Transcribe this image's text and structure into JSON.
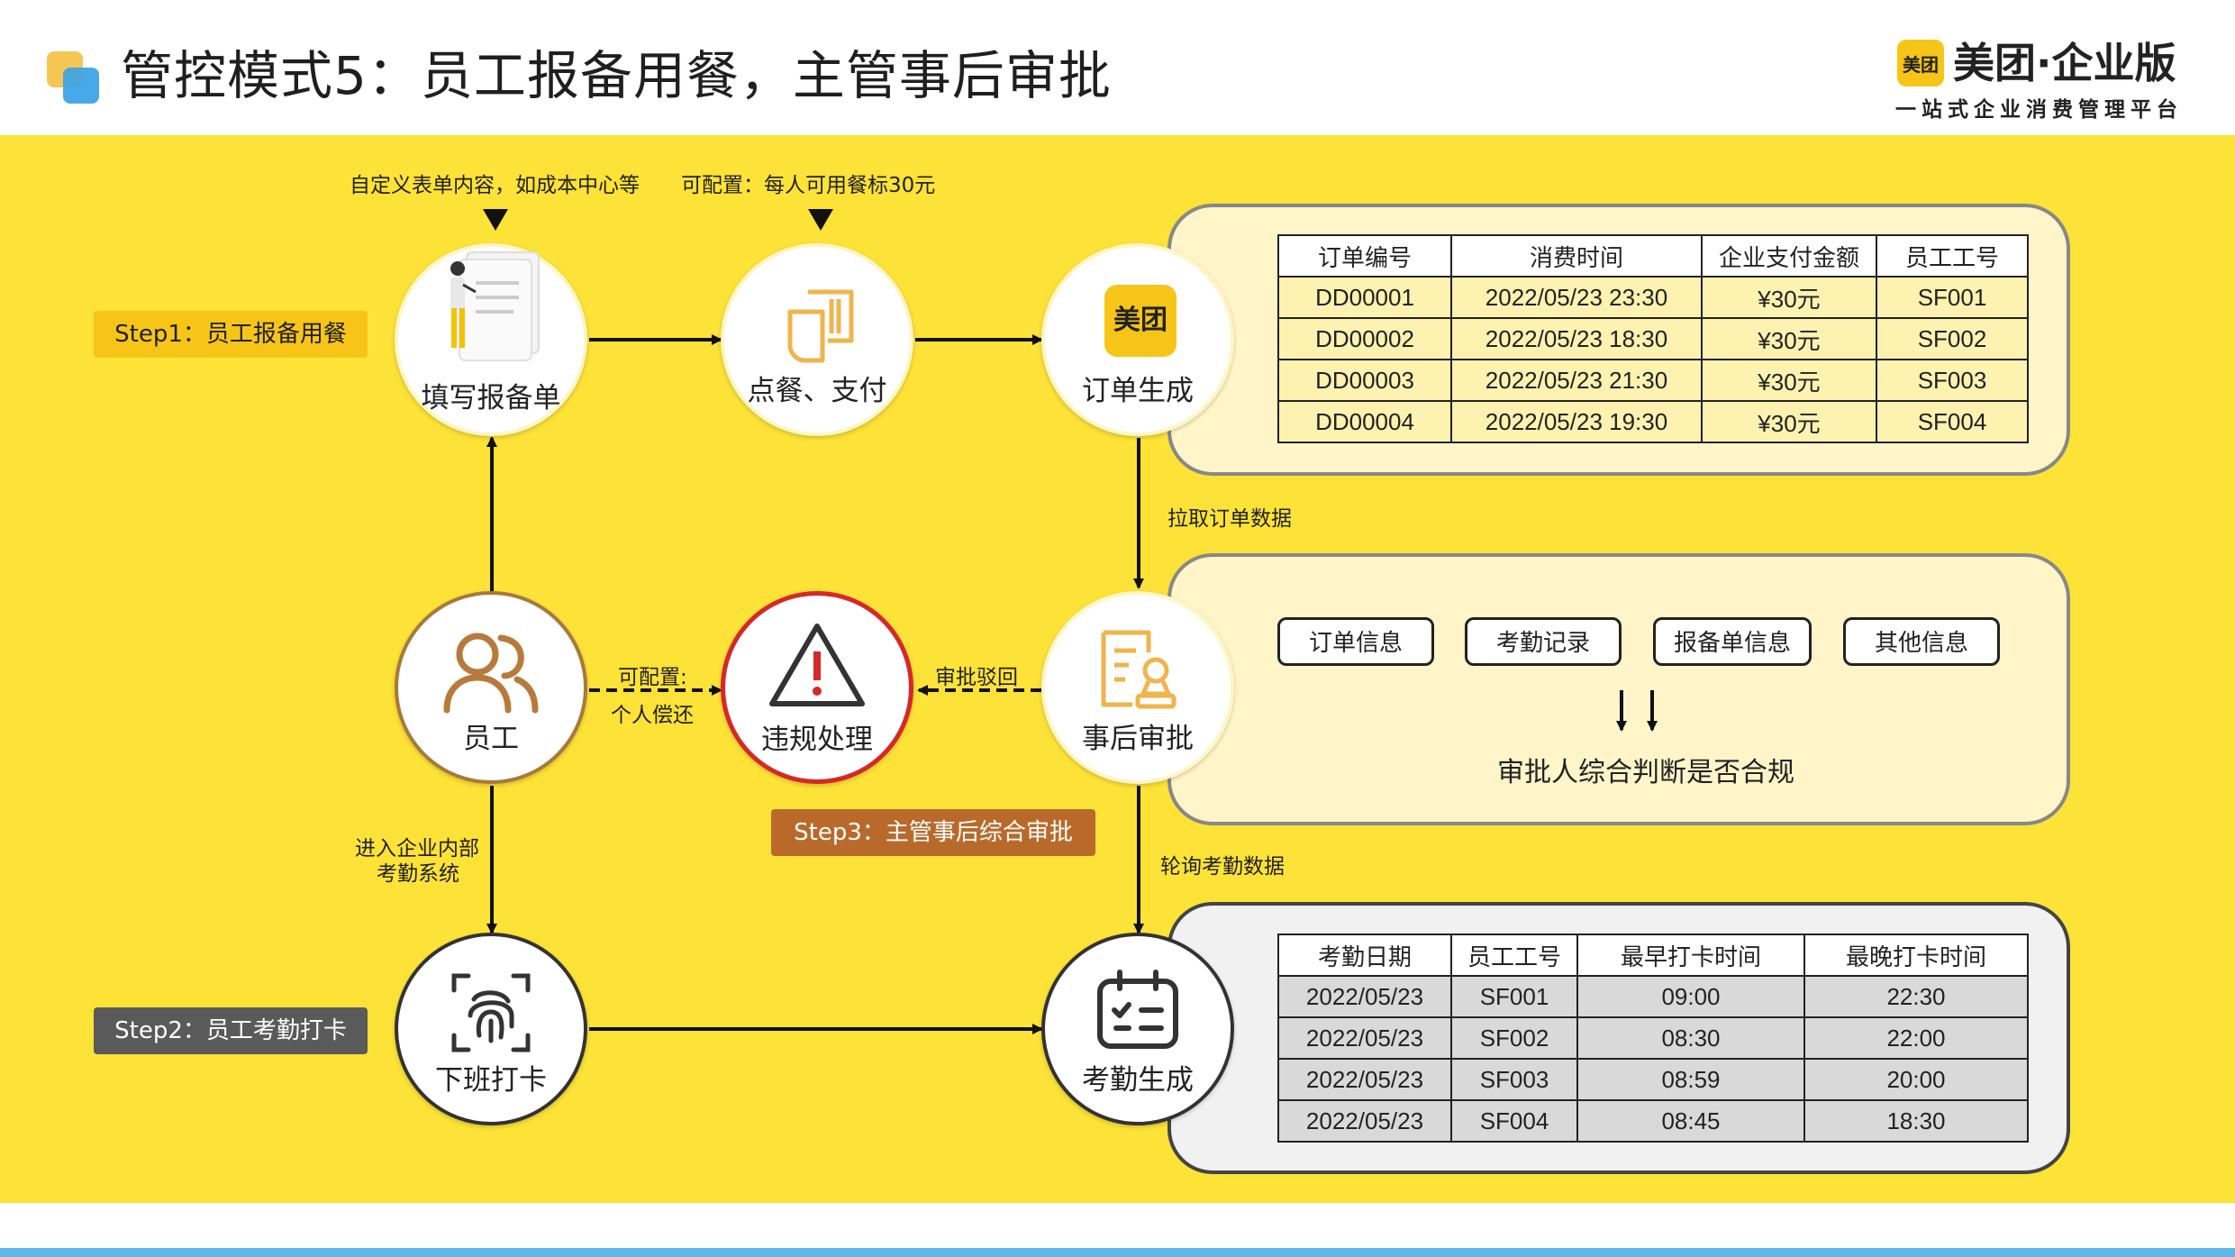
{
  "header": {
    "title": "管控模式5：员工报备用餐，主管事后审批",
    "logo_badge": "美团",
    "logo_text": "美团·企业版",
    "logo_subtitle": "一站式企业消费管理平台"
  },
  "annotations": {
    "form_custom": "自定义表单内容，如成本中心等",
    "meal_limit": "可配置：每人可用餐标30元",
    "pull_orders": "拉取订单数据",
    "poll_attendance": "轮询考勤数据",
    "configurable": "可配置:",
    "personal_repay": "个人偿还",
    "reject": "审批驳回",
    "enter_system_1": "进入企业内部",
    "enter_system_2": "考勤系统"
  },
  "steps": {
    "step1": "Step1：员工报备用餐",
    "step2": "Step2：员工考勤打卡",
    "step3": "Step3：主管事后综合审批"
  },
  "nodes": {
    "fill_form": "填写报备单",
    "order_pay": "点餐、支付",
    "order_gen": "订单生成",
    "order_gen_icon_text": "美团",
    "employee": "员工",
    "violation": "违规处理",
    "post_approval": "事后审批",
    "clock_out": "下班打卡",
    "attendance_gen": "考勤生成"
  },
  "order_table": {
    "headers": [
      "订单编号",
      "消费时间",
      "企业支付金额",
      "员工工号"
    ],
    "rows": [
      [
        "DD00001",
        "2022/05/23 23:30",
        "¥30元",
        "SF001"
      ],
      [
        "DD00002",
        "2022/05/23 18:30",
        "¥30元",
        "SF002"
      ],
      [
        "DD00003",
        "2022/05/23 21:30",
        "¥30元",
        "SF003"
      ],
      [
        "DD00004",
        "2022/05/23 19:30",
        "¥30元",
        "SF004"
      ]
    ]
  },
  "approval_box": {
    "items": [
      "订单信息",
      "考勤记录",
      "报备单信息",
      "其他信息"
    ],
    "conclusion": "审批人综合判断是否合规"
  },
  "attendance_table": {
    "headers": [
      "考勤日期",
      "员工工号",
      "最早打卡时间",
      "最晚打卡时间"
    ],
    "rows": [
      [
        "2022/05/23",
        "SF001",
        "09:00",
        "22:30"
      ],
      [
        "2022/05/23",
        "SF002",
        "08:30",
        "22:00"
      ],
      [
        "2022/05/23",
        "SF003",
        "08:59",
        "20:00"
      ],
      [
        "2022/05/23",
        "SF004",
        "08:45",
        "18:30"
      ]
    ]
  },
  "colors": {
    "panel": "#fde237",
    "step1_tag": "#f7c518",
    "step2_tag": "#5a5a5a",
    "step3_tag": "#b96a2b",
    "node_brown": "#a8793a",
    "node_red": "#d62828",
    "icon_orange": "#f0b44c",
    "icon_brown": "#b87a3c"
  }
}
